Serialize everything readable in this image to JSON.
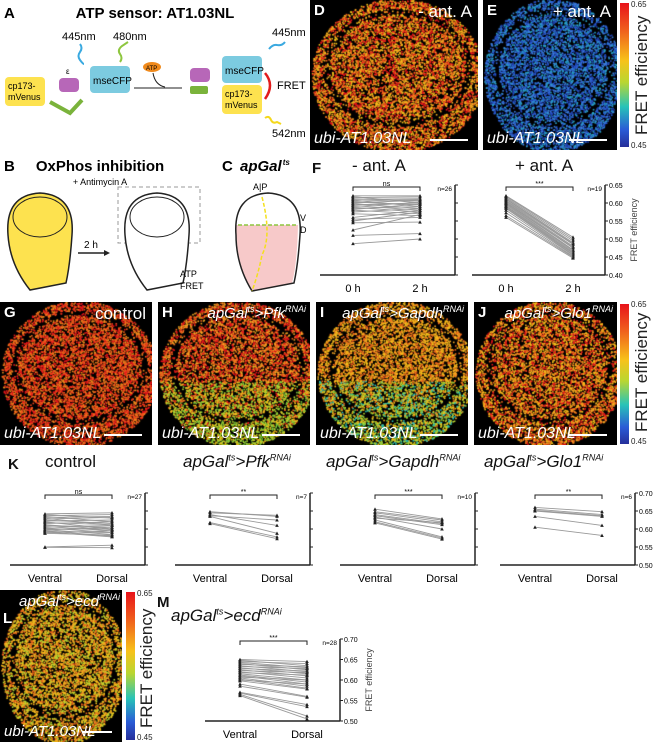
{
  "panels": {
    "A": {
      "letter": "A",
      "title": "ATP sensor: AT1.03NL",
      "ex1": "445nm",
      "em1": "480nm",
      "epsilon": "ε",
      "cfp": "mseCFP",
      "venus": "cp173-\nmVenus",
      "venus_l1": "cp173-",
      "venus_l2": "mVenus",
      "atp": "ATP",
      "fret": "FRET",
      "ex2": "445nm",
      "em2": "542nm"
    },
    "B": {
      "letter": "B",
      "title": "OxPhos inhibition",
      "subtitle": "+ Antimycin A",
      "time": "2 h",
      "atp_down": "ATP",
      "fret_down": "FRET"
    },
    "C": {
      "letter": "C",
      "title": "apGal",
      "title_sup": "ts",
      "ap": "A|P",
      "v": "V",
      "d": "D"
    },
    "D": {
      "letter": "D",
      "condition": "- ant. A",
      "genotype": "ubi-AT1.03NL"
    },
    "E": {
      "letter": "E",
      "condition": "+ ant. A",
      "genotype": "ubi-AT1.03NL"
    },
    "F": {
      "letter": "F",
      "left_title": "- ant. A",
      "right_title": "+ ant. A"
    },
    "G": {
      "letter": "G",
      "condition": "control",
      "genotype": "ubi-AT1.03NL"
    },
    "H": {
      "letter": "H",
      "condition_base": "apGal",
      "condition_sup1": "ts",
      "condition_mid": ">Pfk",
      "condition_sup2": "RNAi",
      "genotype": "ubi-AT1.03NL"
    },
    "I": {
      "letter": "I",
      "condition_base": "apGal",
      "condition_sup1": "ts",
      "condition_mid": ">Gapdh",
      "condition_sup2": "RNAi",
      "genotype": "ubi-AT1.03NL"
    },
    "J": {
      "letter": "J",
      "condition_base": "apGal",
      "condition_sup1": "ts",
      "condition_mid": ">Glo1",
      "condition_sup2": "RNAi",
      "genotype": "ubi-AT1.03NL"
    },
    "K": {
      "letter": "K",
      "titles": [
        {
          "base": "control"
        },
        {
          "base": "apGal",
          "sup1": "ts",
          "mid": ">Pfk",
          "sup2": "RNAi"
        },
        {
          "base": "apGal",
          "sup1": "ts",
          "mid": ">Gapdh",
          "sup2": "RNAi"
        },
        {
          "base": "apGal",
          "sup1": "ts",
          "mid": ">Glo1",
          "sup2": "RNAi"
        }
      ]
    },
    "L": {
      "letter": "L",
      "condition_base": "apGal",
      "condition_sup1": "ts",
      "condition_mid": ">ecd",
      "condition_sup2": "RNAi",
      "genotype": "ubi-AT1.03NL"
    },
    "M": {
      "letter": "M",
      "title_base": "apGal",
      "title_sup1": "ts",
      "title_mid": ">ecd",
      "title_sup2": "RNAi"
    }
  },
  "colorbar": {
    "max": "0.65",
    "min": "0.45",
    "label": "FRET efficiency",
    "colors": [
      "#e8131b",
      "#f0641c",
      "#f7c21a",
      "#b9d631",
      "#28c3b8",
      "#2a5bd6",
      "#262f9a"
    ]
  },
  "chart_data": [
    {
      "id": "F-left",
      "type": "line",
      "title": "- ant. A",
      "categories": [
        "0 h",
        "2 h"
      ],
      "ylim": [
        0.4,
        0.65
      ],
      "ylabel": "",
      "significance": "ns",
      "n": "n=26",
      "pairs": [
        [
          0.62,
          0.62
        ],
        [
          0.618,
          0.6
        ],
        [
          0.615,
          0.617
        ],
        [
          0.612,
          0.605
        ],
        [
          0.61,
          0.612
        ],
        [
          0.608,
          0.59
        ],
        [
          0.605,
          0.61
        ],
        [
          0.603,
          0.595
        ],
        [
          0.6,
          0.608
        ],
        [
          0.598,
          0.585
        ],
        [
          0.595,
          0.6
        ],
        [
          0.593,
          0.58
        ],
        [
          0.59,
          0.602
        ],
        [
          0.588,
          0.575
        ],
        [
          0.585,
          0.59
        ],
        [
          0.582,
          0.597
        ],
        [
          0.58,
          0.57
        ],
        [
          0.575,
          0.585
        ],
        [
          0.57,
          0.565
        ],
        [
          0.56,
          0.58
        ],
        [
          0.555,
          0.56
        ],
        [
          0.55,
          0.575
        ],
        [
          0.545,
          0.547
        ],
        [
          0.525,
          0.568
        ],
        [
          0.51,
          0.515
        ],
        [
          0.487,
          0.5
        ]
      ]
    },
    {
      "id": "F-right",
      "type": "line",
      "title": "+ ant. A",
      "categories": [
        "0 h",
        "2 h"
      ],
      "ylim": [
        0.4,
        0.65
      ],
      "ylabel": "FRET efficiency",
      "yticks": [
        "0.40",
        "0.45",
        "0.50",
        "0.55",
        "0.60",
        "0.65"
      ],
      "significance": "***",
      "n": "n=19",
      "pairs": [
        [
          0.62,
          0.505
        ],
        [
          0.618,
          0.5
        ],
        [
          0.615,
          0.495
        ],
        [
          0.612,
          0.49
        ],
        [
          0.61,
          0.487
        ],
        [
          0.607,
          0.485
        ],
        [
          0.605,
          0.48
        ],
        [
          0.602,
          0.477
        ],
        [
          0.6,
          0.475
        ],
        [
          0.598,
          0.47
        ],
        [
          0.595,
          0.468
        ],
        [
          0.592,
          0.465
        ],
        [
          0.59,
          0.462
        ],
        [
          0.587,
          0.46
        ],
        [
          0.585,
          0.457
        ],
        [
          0.58,
          0.455
        ],
        [
          0.573,
          0.452
        ],
        [
          0.565,
          0.45
        ],
        [
          0.56,
          0.447
        ]
      ]
    },
    {
      "id": "K-control",
      "type": "line",
      "categories": [
        "Ventral",
        "Dorsal"
      ],
      "ylim": [
        0.5,
        0.7
      ],
      "significance": "ns",
      "n": "n=27",
      "pairs": [
        [
          0.642,
          0.645
        ],
        [
          0.64,
          0.63
        ],
        [
          0.637,
          0.64
        ],
        [
          0.635,
          0.62
        ],
        [
          0.632,
          0.635
        ],
        [
          0.63,
          0.61
        ],
        [
          0.628,
          0.632
        ],
        [
          0.625,
          0.615
        ],
        [
          0.622,
          0.625
        ],
        [
          0.62,
          0.6
        ],
        [
          0.618,
          0.612
        ],
        [
          0.615,
          0.62
        ],
        [
          0.612,
          0.598
        ],
        [
          0.61,
          0.605
        ],
        [
          0.607,
          0.595
        ],
        [
          0.605,
          0.61
        ],
        [
          0.603,
          0.59
        ],
        [
          0.6,
          0.6
        ],
        [
          0.598,
          0.585
        ],
        [
          0.597,
          0.605
        ],
        [
          0.595,
          0.58
        ],
        [
          0.593,
          0.59
        ],
        [
          0.592,
          0.578
        ],
        [
          0.59,
          0.595
        ],
        [
          0.588,
          0.583
        ],
        [
          0.55,
          0.555
        ],
        [
          0.549,
          0.548
        ]
      ]
    },
    {
      "id": "K-Pfk",
      "type": "line",
      "categories": [
        "Ventral",
        "Dorsal"
      ],
      "ylim": [
        0.5,
        0.7
      ],
      "significance": "**",
      "n": "n=7",
      "pairs": [
        [
          0.648,
          0.635
        ],
        [
          0.645,
          0.638
        ],
        [
          0.64,
          0.61
        ],
        [
          0.637,
          0.625
        ],
        [
          0.635,
          0.588
        ],
        [
          0.618,
          0.578
        ],
        [
          0.615,
          0.573
        ]
      ]
    },
    {
      "id": "K-Gapdh",
      "type": "line",
      "categories": [
        "Ventral",
        "Dorsal"
      ],
      "ylim": [
        0.5,
        0.7
      ],
      "significance": "***",
      "n": "n=10",
      "pairs": [
        [
          0.655,
          0.628
        ],
        [
          0.648,
          0.625
        ],
        [
          0.645,
          0.62
        ],
        [
          0.64,
          0.615
        ],
        [
          0.637,
          0.612
        ],
        [
          0.633,
          0.6
        ],
        [
          0.63,
          0.618
        ],
        [
          0.625,
          0.578
        ],
        [
          0.62,
          0.575
        ],
        [
          0.617,
          0.572
        ]
      ]
    },
    {
      "id": "K-Glo1",
      "type": "line",
      "categories": [
        "Ventral",
        "Dorsal"
      ],
      "ylim": [
        0.5,
        0.7
      ],
      "ylabel": "FRET efficiency",
      "yticks": [
        "0.50",
        "0.55",
        "0.60",
        "0.65",
        "0.70"
      ],
      "significance": "**",
      "n": "n=6",
      "pairs": [
        [
          0.66,
          0.648
        ],
        [
          0.655,
          0.64
        ],
        [
          0.652,
          0.637
        ],
        [
          0.65,
          0.635
        ],
        [
          0.635,
          0.61
        ],
        [
          0.605,
          0.582
        ]
      ]
    },
    {
      "id": "M",
      "type": "line",
      "categories": [
        "Ventral",
        "Dorsal"
      ],
      "ylim": [
        0.5,
        0.7
      ],
      "ylabel": "FRET efficiency",
      "yticks": [
        "0.50",
        "0.55",
        "0.60",
        "0.65",
        "0.70"
      ],
      "significance": "***",
      "n": "n=28",
      "pairs": [
        [
          0.65,
          0.645
        ],
        [
          0.648,
          0.635
        ],
        [
          0.645,
          0.64
        ],
        [
          0.643,
          0.63
        ],
        [
          0.64,
          0.625
        ],
        [
          0.638,
          0.632
        ],
        [
          0.635,
          0.62
        ],
        [
          0.633,
          0.628
        ],
        [
          0.63,
          0.615
        ],
        [
          0.628,
          0.622
        ],
        [
          0.625,
          0.61
        ],
        [
          0.623,
          0.618
        ],
        [
          0.62,
          0.605
        ],
        [
          0.618,
          0.612
        ],
        [
          0.615,
          0.6
        ],
        [
          0.612,
          0.595
        ],
        [
          0.61,
          0.59
        ],
        [
          0.607,
          0.6
        ],
        [
          0.605,
          0.585
        ],
        [
          0.602,
          0.58
        ],
        [
          0.6,
          0.59
        ],
        [
          0.598,
          0.578
        ],
        [
          0.59,
          0.56
        ],
        [
          0.585,
          0.558
        ],
        [
          0.57,
          0.54
        ],
        [
          0.568,
          0.535
        ],
        [
          0.565,
          0.512
        ],
        [
          0.562,
          0.505
        ]
      ]
    }
  ]
}
